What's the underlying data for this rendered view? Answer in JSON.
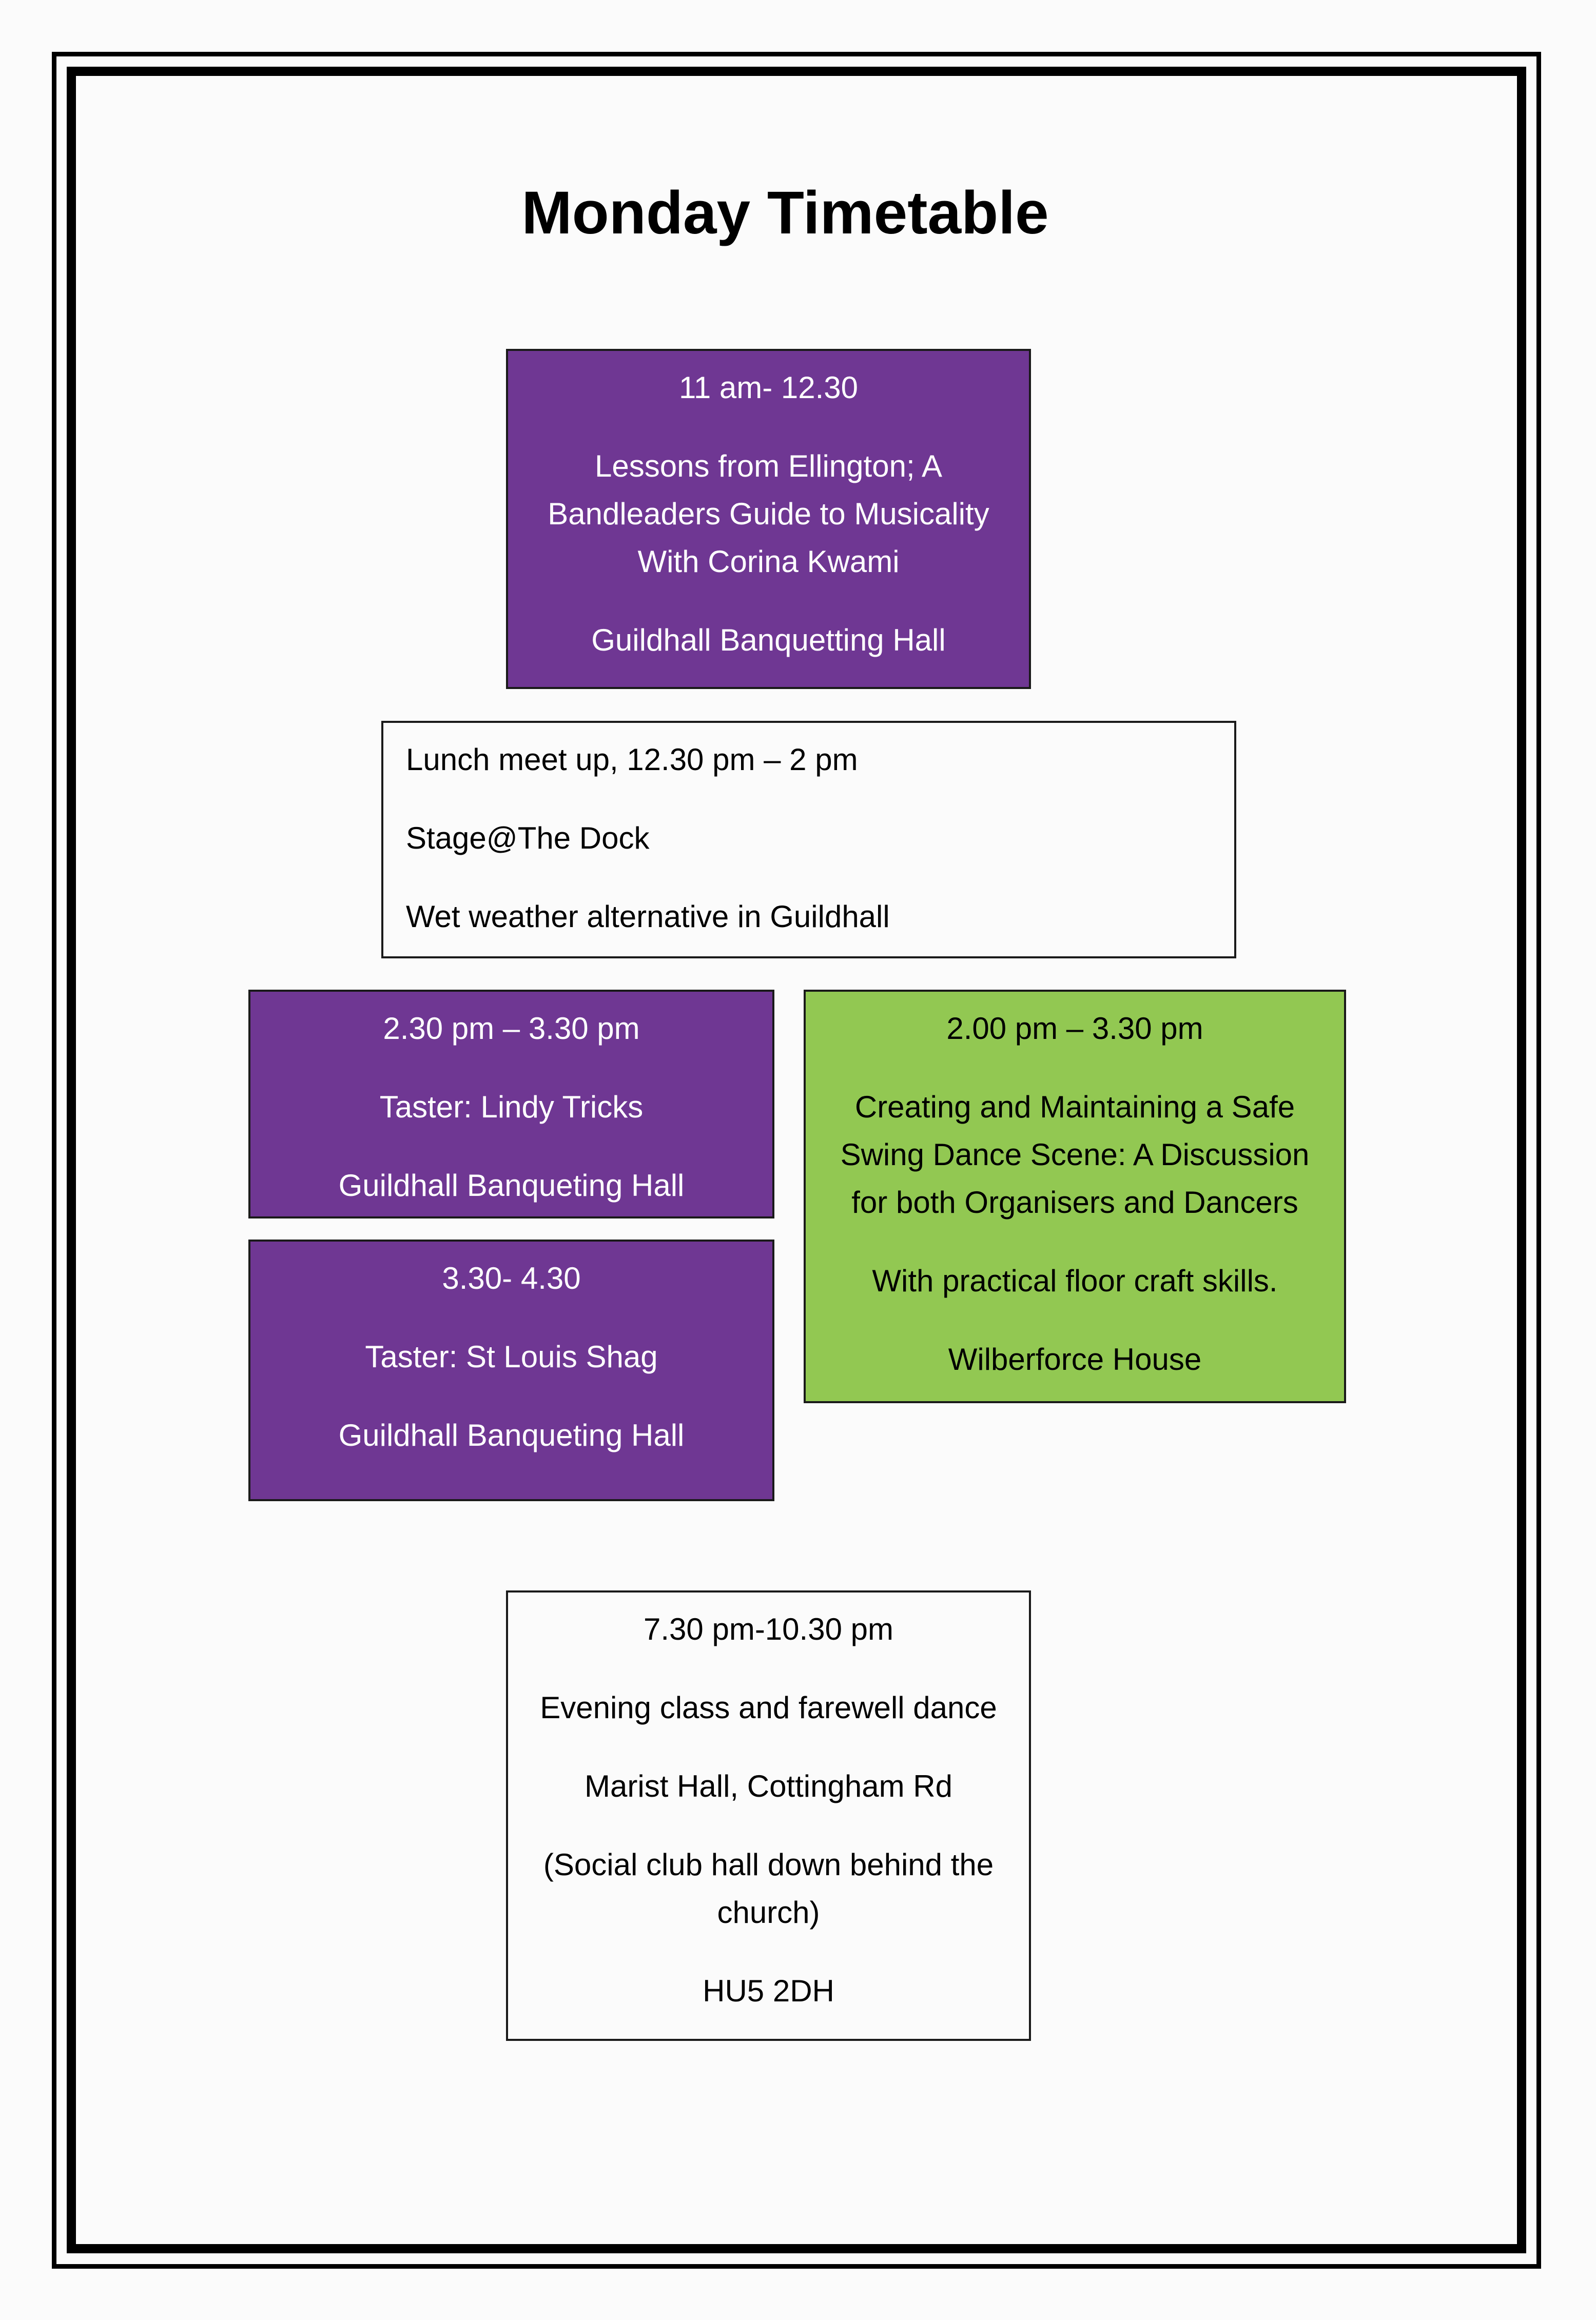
{
  "page": {
    "title": "Monday Timetable"
  },
  "colors": {
    "purple": "#6f3793",
    "green": "#92c852",
    "white": "#fbfbfb"
  },
  "sessions": {
    "ellington": {
      "time": "11 am- 12.30",
      "title": "Lessons from Ellington; A Bandleaders Guide to Musicality With Corina Kwami",
      "venue": "Guildhall Banquetting Hall"
    },
    "lunch": {
      "time": "Lunch meet up, 12.30 pm – 2 pm",
      "venue": "Stage@The Dock",
      "note": "Wet weather alternative in Guildhall"
    },
    "lindy": {
      "time": "2.30 pm – 3.30 pm",
      "title": "Taster: Lindy Tricks",
      "venue": "Guildhall Banqueting Hall"
    },
    "shag": {
      "time": "3.30- 4.30",
      "title": "Taster: St Louis Shag",
      "venue": "Guildhall Banqueting Hall"
    },
    "safe_scene": {
      "time": "2.00 pm – 3.30 pm",
      "title": "Creating and Maintaining a Safe Swing Dance Scene: A Discussion for both Organisers and Dancers",
      "subtitle": "With practical floor craft skills.",
      "venue": "Wilberforce House"
    },
    "evening": {
      "time": "7.30 pm-10.30 pm",
      "title": "Evening class and farewell dance",
      "venue": "Marist Hall, Cottingham Rd",
      "note": "(Social club hall down behind the church)",
      "postcode": "HU5 2DH"
    }
  }
}
